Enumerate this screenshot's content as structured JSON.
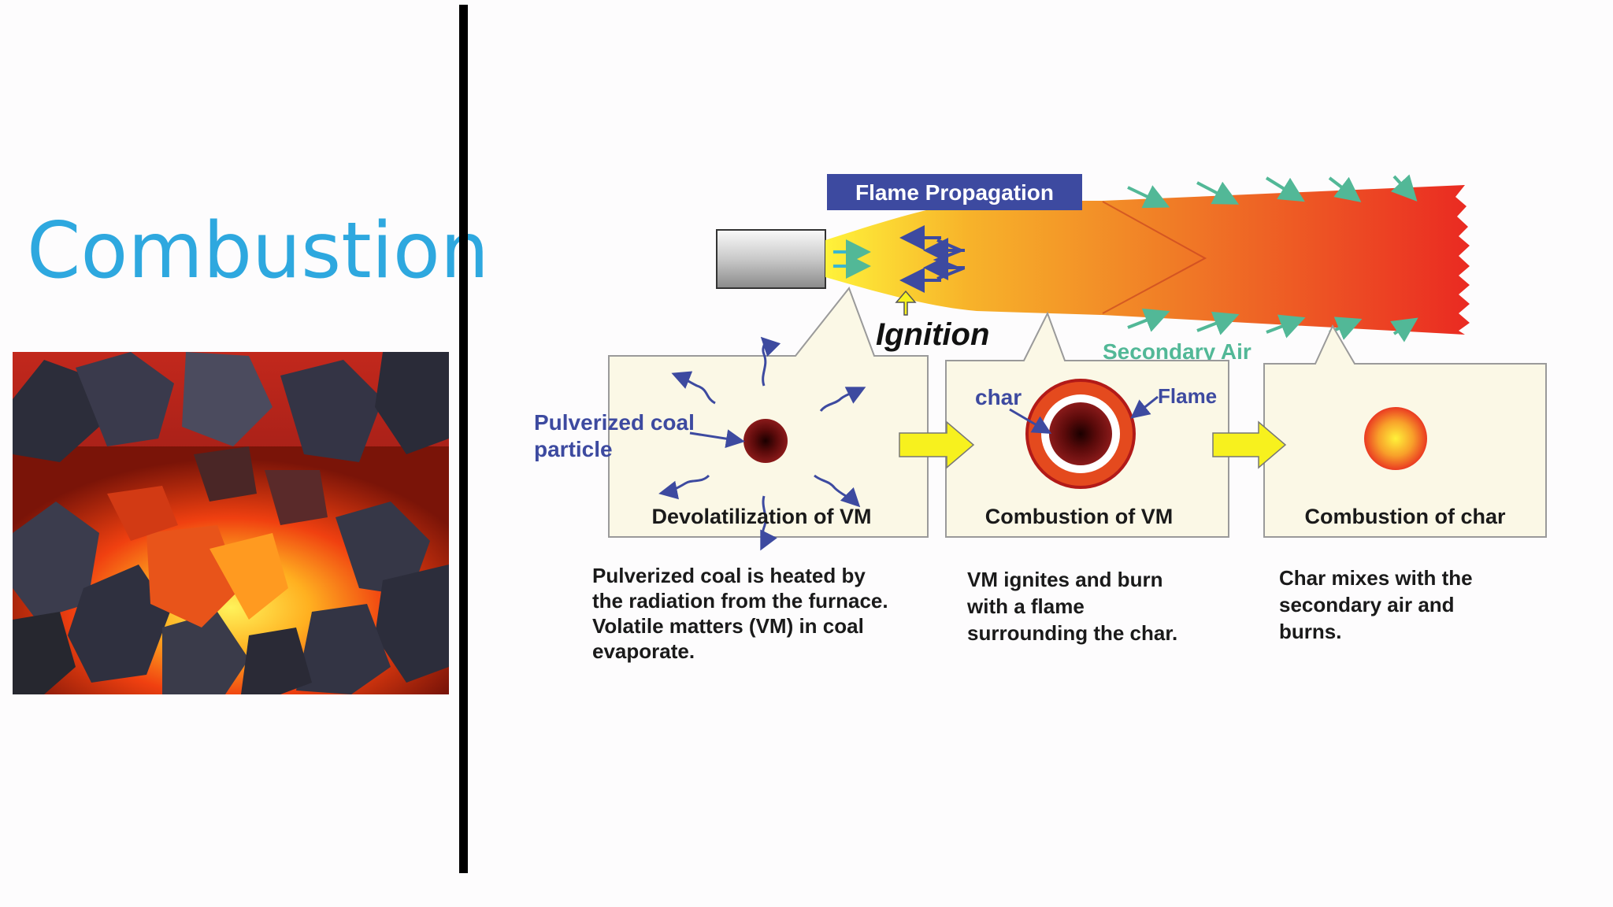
{
  "slide": {
    "title": "Combustion"
  },
  "photo": {
    "icon": "burning-coal-photo"
  },
  "diagram": {
    "flame_propagation_label": "Flame Propagation",
    "ignition_label": "Ignition",
    "secondary_air_label": "Secondary Air",
    "particle_label_line1": "Pulverized coal",
    "particle_label_line2": "particle",
    "char_label": "char",
    "flame_label": "Flame",
    "stages": [
      {
        "caption": "Devolatilization of VM",
        "description": "Pulverized coal is heated by\nthe radiation from the furnace.\nVolatile matters (VM) in coal\nevaporate."
      },
      {
        "caption": "Combustion of VM",
        "description": "VM ignites and burn\nwith a flame\nsurrounding the char."
      },
      {
        "caption": "Combustion of char",
        "description": "Char mixes with the\nsecondary air and\nburns."
      }
    ],
    "colors": {
      "flame_red": "#ee2a23",
      "flame_orange": "#f18a25",
      "flame_yellow": "#fff03a",
      "label_blue": "#3d4aa0",
      "air_green": "#52b897",
      "box_fill": "#fbf8e6",
      "stage_arrow": "#f7f11e"
    }
  }
}
